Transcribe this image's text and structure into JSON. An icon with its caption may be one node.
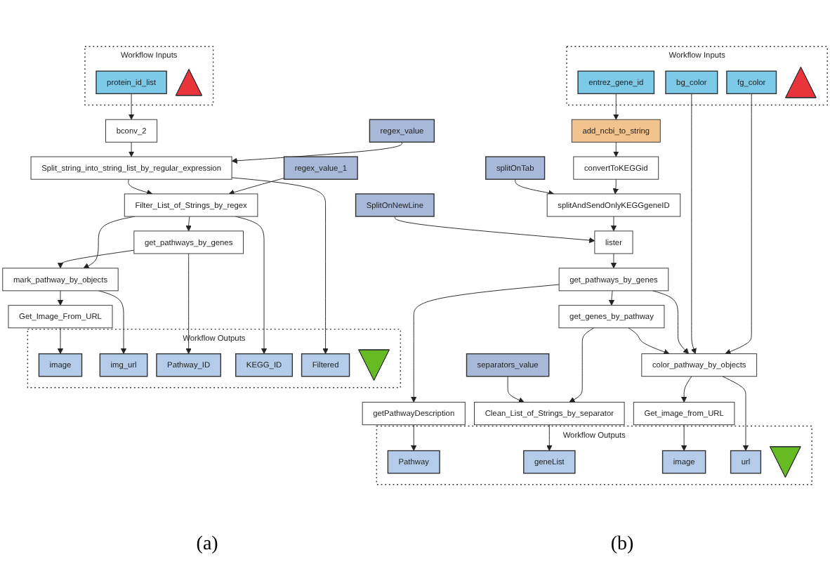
{
  "diagram": {
    "nodes": [
      {
        "text": [
          "Workflow Inputs"
        ]
      },
      {
        "text": [
          "protein_id_list"
        ],
        "in": 0
      },
      {
        "text": [],
        "shape": "triangle",
        "in": 0
      },
      {
        "text": [
          "regex_value"
        ]
      },
      {
        "text": [
          "bconv_2"
        ]
      },
      {
        "text": [
          "regex_value_1"
        ]
      },
      {
        "text": [
          "Split_string_into_string_list_by_regular_expression"
        ]
      },
      {
        "text": [
          "Filter_List_of_Strings_by_regex"
        ]
      },
      {
        "text": [
          "get_pathways_by_genes"
        ]
      },
      {
        "text": [
          "mark_pathway_by_objects"
        ]
      },
      {
        "text": [
          "Get_Image_From_URL"
        ]
      },
      {
        "text": [
          "Workflow Outputs"
        ]
      },
      {
        "text": [
          "image"
        ],
        "in": 11
      },
      {
        "text": [
          "img_url"
        ],
        "in": 11
      },
      {
        "text": [
          "Pathway_ID"
        ],
        "in": 11
      },
      {
        "text": [
          "KEGG_ID"
        ],
        "in": 11
      },
      {
        "text": [
          "Filtered"
        ],
        "in": 11
      },
      {
        "text": [],
        "shape": "triangle",
        "in": 11
      },
      {
        "text": [
          "Workflow Inputs"
        ]
      },
      {
        "text": [
          "entrez_gene_id"
        ],
        "in": 18
      },
      {
        "text": [
          "fg_color"
        ],
        "in": 18
      },
      {
        "text": [
          "bg_color"
        ],
        "in": 18
      },
      {
        "text": [],
        "shape": "triangle",
        "in": 18
      },
      {
        "text": [
          "add_ncbi_to_string"
        ]
      },
      {
        "text": [
          "convertToKEGGid"
        ]
      },
      {
        "text": [
          "splitOnTab"
        ]
      },
      {
        "text": [
          "splitAndSendOnlyKEGGgeneID"
        ]
      },
      {
        "text": [
          "SplitOnNewLine"
        ]
      },
      {
        "text": [
          "lister"
        ]
      },
      {
        "text": [
          "get_pathways_by_genes"
        ]
      },
      {
        "text": [
          "get_genes_by_pathway"
        ]
      },
      {
        "text": [
          "separators_value"
        ]
      },
      {
        "text": [
          "color_pathway_by_objects"
        ]
      },
      {
        "text": [
          "getPathwayDescription"
        ]
      },
      {
        "text": [
          "Clean_List_of_Strings_by_separator"
        ]
      },
      {
        "text": [
          "Get_image_from_URL"
        ]
      },
      {
        "text": [
          "Workflow Outputs"
        ]
      },
      {
        "text": [
          "Pathway"
        ],
        "in": 36
      },
      {
        "text": [
          "geneList"
        ],
        "in": 36
      },
      {
        "text": [
          "image"
        ],
        "in": 36
      },
      {
        "text": [
          "url"
        ],
        "in": 36
      },
      {
        "text": [],
        "shape": "triangle",
        "in": 36
      }
    ],
    "edges": [
      {
        "from": 1,
        "to": 4,
        "arrow": "to"
      },
      {
        "from": 3,
        "to": 6,
        "arrow": "to"
      },
      {
        "from": 4,
        "to": 6,
        "arrow": "to"
      },
      {
        "from": 5,
        "to": 7,
        "arrow": "to"
      },
      {
        "from": 6,
        "to": 7,
        "arrow": "to"
      },
      {
        "from": 6,
        "to": 16,
        "arrow": "to"
      },
      {
        "from": 7,
        "to": 8,
        "arrow": "to"
      },
      {
        "from": 7,
        "to": 9,
        "arrow": "to"
      },
      {
        "from": 7,
        "to": 15,
        "arrow": "to"
      },
      {
        "from": 8,
        "to": 9,
        "arrow": "to"
      },
      {
        "from": 8,
        "to": 14,
        "arrow": "to"
      },
      {
        "from": 9,
        "to": 10,
        "arrow": "to"
      },
      {
        "from": 9,
        "to": 13,
        "arrow": "to"
      },
      {
        "from": 10,
        "to": 12,
        "arrow": "to"
      },
      {
        "from": 19,
        "to": 23,
        "arrow": "to"
      },
      {
        "from": 20,
        "to": 32,
        "arrow": "to"
      },
      {
        "from": 21,
        "to": 32,
        "arrow": "to"
      },
      {
        "from": 23,
        "to": 24,
        "arrow": "to"
      },
      {
        "from": 24,
        "to": 26,
        "arrow": "to"
      },
      {
        "from": 25,
        "to": 26,
        "arrow": "to"
      },
      {
        "from": 26,
        "to": 28,
        "arrow": "to"
      },
      {
        "from": 27,
        "to": 28,
        "arrow": "to"
      },
      {
        "from": 28,
        "to": 29,
        "arrow": "to"
      },
      {
        "from": 29,
        "to": 30,
        "arrow": "to"
      },
      {
        "from": 29,
        "to": 32,
        "arrow": "to"
      },
      {
        "from": 29,
        "to": 33,
        "arrow": "to"
      },
      {
        "from": 30,
        "to": 32,
        "arrow": "to"
      },
      {
        "from": 30,
        "to": 34,
        "arrow": "to"
      },
      {
        "from": 31,
        "to": 34,
        "arrow": "to"
      },
      {
        "from": 32,
        "to": 35,
        "arrow": "to"
      },
      {
        "from": 32,
        "to": 40,
        "arrow": "to"
      },
      {
        "from": 33,
        "to": 37,
        "arrow": "to"
      },
      {
        "from": 34,
        "to": 38,
        "arrow": "to"
      },
      {
        "from": 35,
        "to": 39,
        "arrow": "to"
      }
    ],
    "labels": [
      "(a)",
      "(b)"
    ]
  }
}
